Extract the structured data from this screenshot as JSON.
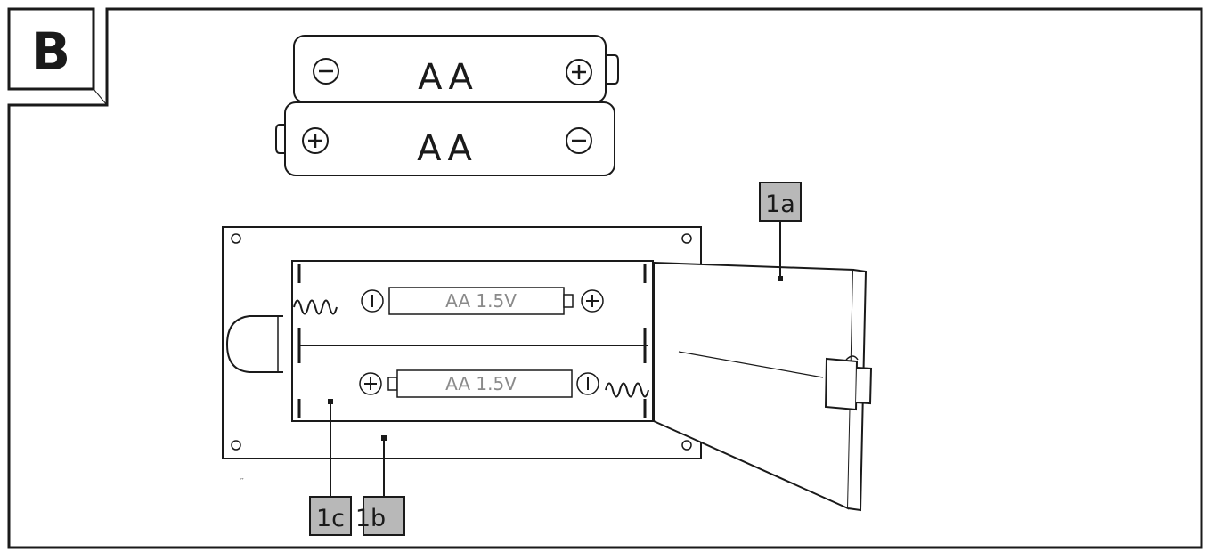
{
  "figure": {
    "panel_letter": "B"
  },
  "batteries": [
    {
      "label": "AA",
      "left_terminal": "−",
      "right_terminal": "+"
    },
    {
      "label": "AA",
      "left_terminal": "+",
      "right_terminal": "−"
    }
  ],
  "compartment": {
    "slot_labels": [
      "AA 1.5V",
      "AA 1.5V"
    ]
  },
  "callouts": [
    {
      "id": "1a",
      "text": "1a"
    },
    {
      "id": "1c",
      "text": "1c"
    },
    {
      "id": "1b",
      "text": "1b"
    }
  ],
  "colors": {
    "line": "#1a1a1a",
    "callout_fill": "#b8b8b8",
    "faint_text": "#8a8a8a"
  }
}
